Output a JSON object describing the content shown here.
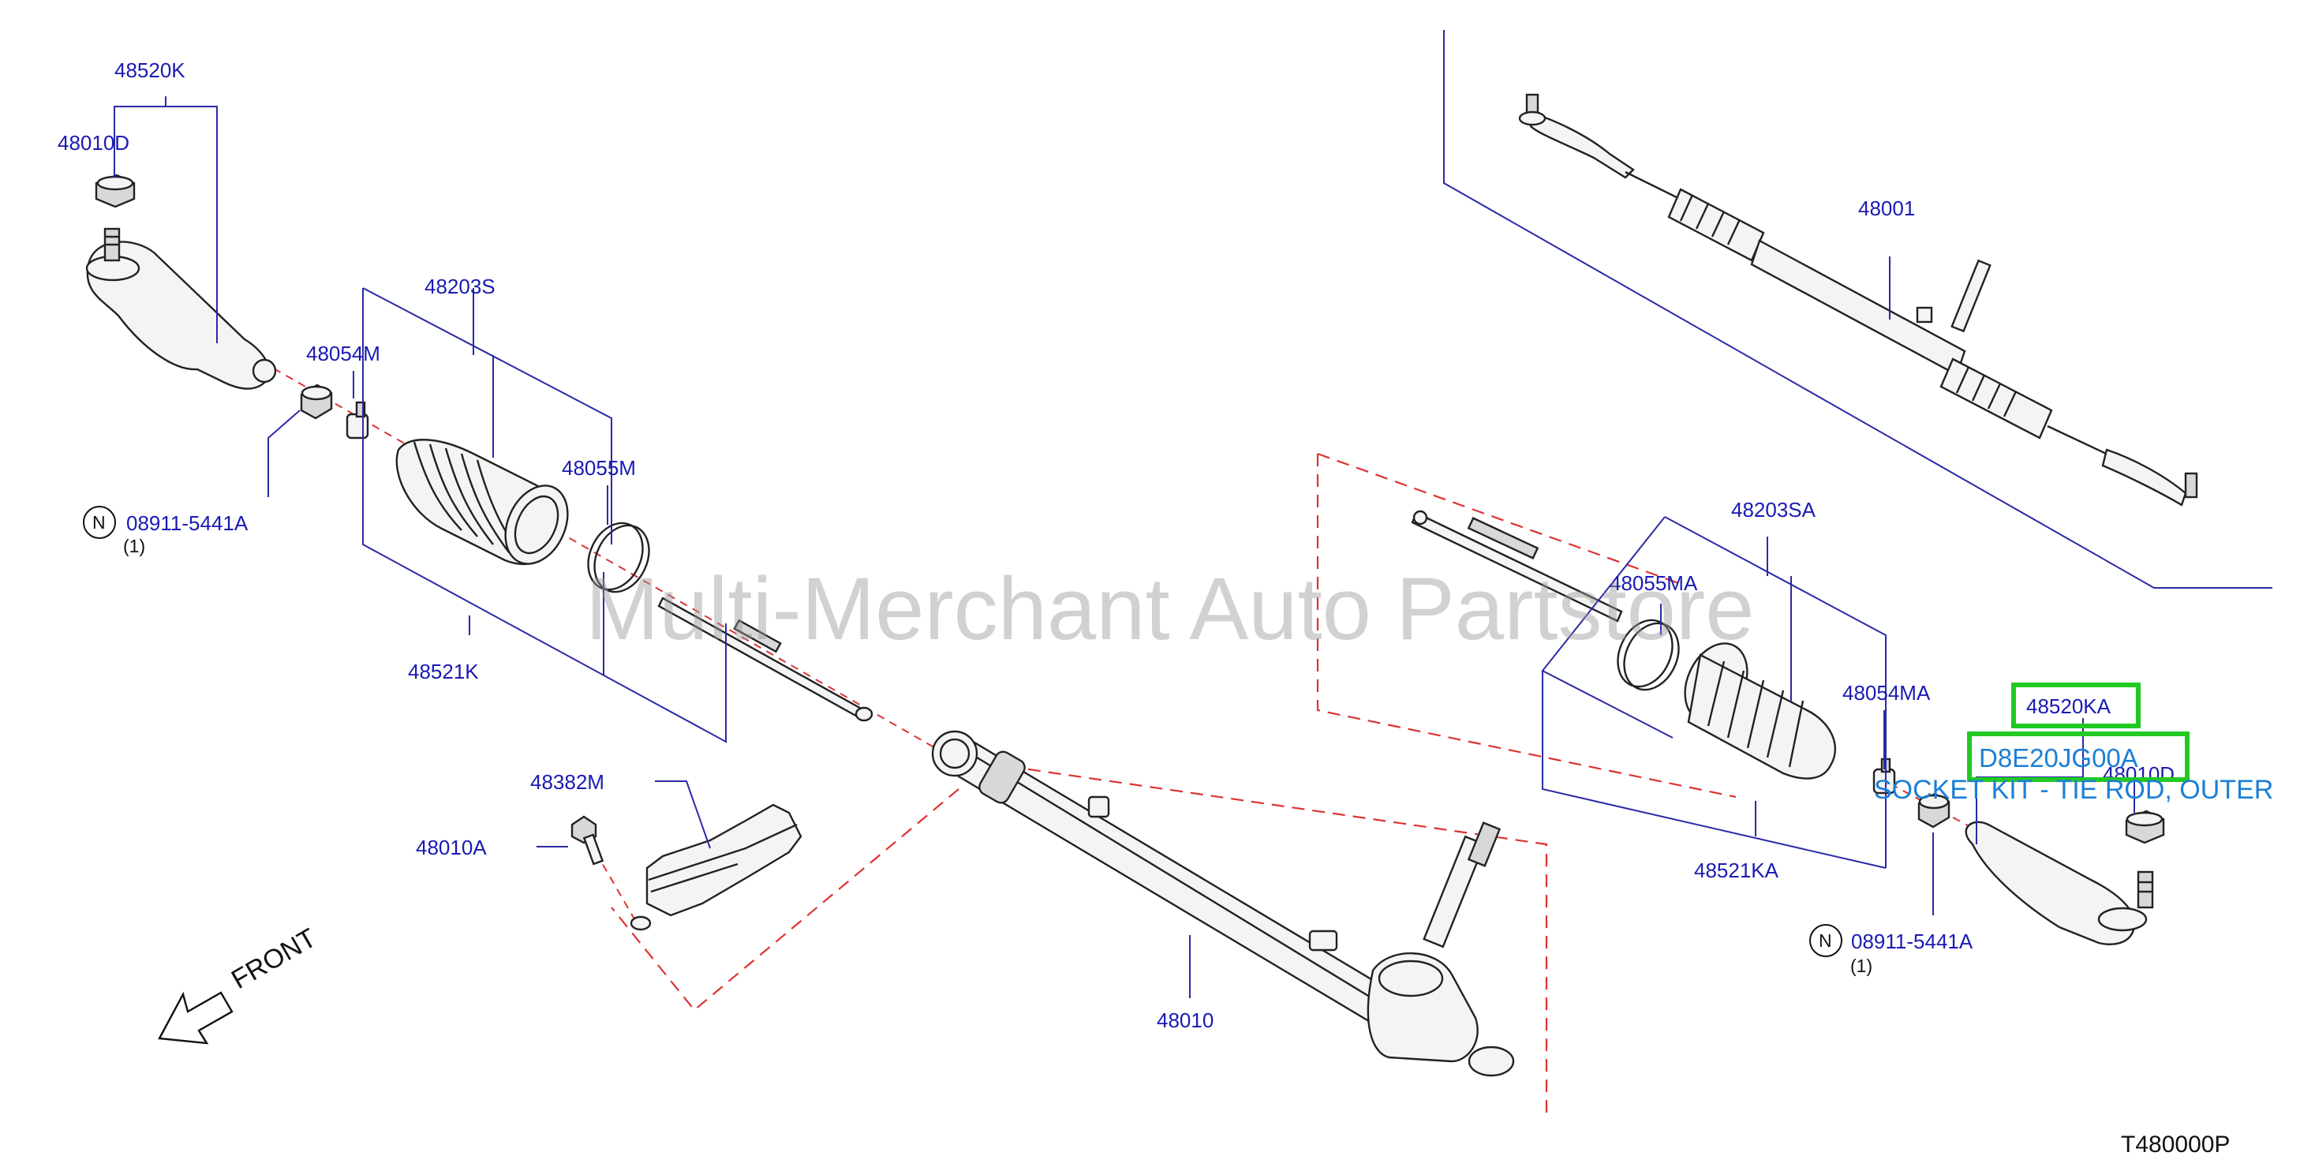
{
  "watermark": "Multi-Merchant Auto Partstore",
  "diagram_code": "T480000P",
  "direction_label": "FRONT",
  "highlight": {
    "part_number": "48520KA",
    "sku": "D8E20JG00A",
    "description": "SOCKET KIT - TIE ROD, OUTER",
    "color": "#22c922"
  },
  "callouts": {
    "p48520K": "48520K",
    "p48010D_left": "48010D",
    "p48054M": "48054M",
    "p48203S": "48203S",
    "p48055M": "48055M",
    "p08911_left": "08911-5441A",
    "p08911_left_qty": "(1)",
    "p48521K": "48521K",
    "p48382M": "48382M",
    "p48010A": "48010A",
    "p48010": "48010",
    "p48001": "48001",
    "p48203SA": "48203SA",
    "p48055MA": "48055MA",
    "p48054MA": "48054MA",
    "p48010D_right": "48010D",
    "p48521KA": "48521KA",
    "p08911_right": "08911-5441A",
    "p08911_right_qty": "(1)",
    "n_symbol": "N"
  }
}
